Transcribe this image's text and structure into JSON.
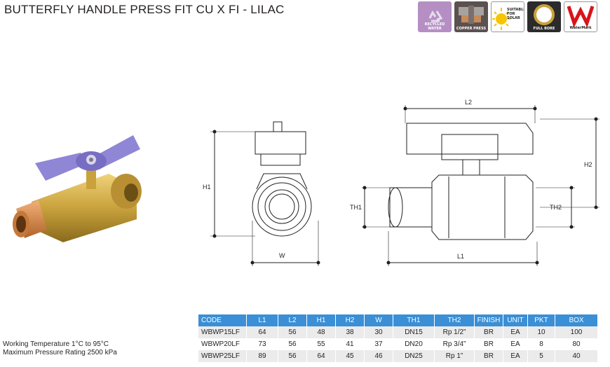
{
  "title": "BUTTERFLY HANDLE PRESS FIT CU X FI - LILAC",
  "badges": [
    {
      "icon": "recycle-icon",
      "label": "RECYCLED WATER",
      "color": "#b58fc4"
    },
    {
      "icon": "copper-press-icon",
      "label": "COPPER PRESS",
      "color": "#5b5150"
    },
    {
      "icon": "sun-icon",
      "label": "SUITABLE FOR SOLAR",
      "color": "#f6c500"
    },
    {
      "icon": "full-bore-icon",
      "label": "FULL BORE",
      "color": "#2b2b2b"
    },
    {
      "icon": "watermark-icon",
      "label": "WaterMark",
      "color": "#d7141a"
    }
  ],
  "drawing_labels": {
    "h1": "H1",
    "w": "W",
    "l2": "L2",
    "h2": "H2",
    "th1": "TH1",
    "th2": "TH2",
    "l1": "L1"
  },
  "specs": {
    "working_temperature": "Working Temperature  1°C to 95°C",
    "max_pressure": "Maximum Pressure Rating  2500 kPa"
  },
  "table": {
    "headers": [
      "CODE",
      "L1",
      "L2",
      "H1",
      "H2",
      "W",
      "TH1",
      "TH2",
      "FINISH",
      "UNIT",
      "PKT",
      "BOX"
    ],
    "rows": [
      [
        "WBWP15LF",
        "64",
        "56",
        "48",
        "38",
        "30",
        "DN15",
        "Rp 1/2”",
        "BR",
        "EA",
        "10",
        "100"
      ],
      [
        "WBWP20LF",
        "73",
        "56",
        "55",
        "41",
        "37",
        "DN20",
        "Rp 3/4”",
        "BR",
        "EA",
        "8",
        "80"
      ],
      [
        "WBWP25LF",
        "89",
        "56",
        "64",
        "45",
        "46",
        "DN25",
        "Rp 1”",
        "BR",
        "EA",
        "5",
        "40"
      ]
    ]
  },
  "colors": {
    "header_blue": "#3a8fd6",
    "row_grey": "#ebebeb",
    "handle_lilac": "#8f86d6",
    "brass": "#c9a23c"
  }
}
